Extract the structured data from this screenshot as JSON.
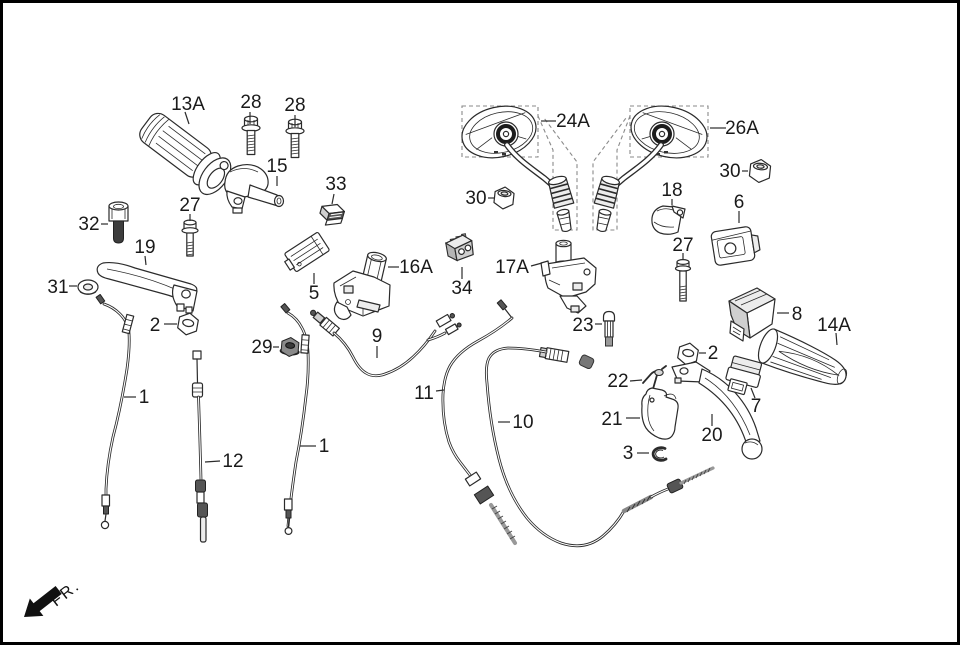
{
  "diagram": {
    "fr_label": "FR.",
    "labels": {
      "p13A": "13A",
      "p28a": "28",
      "p28b": "28",
      "p15": "15",
      "p33": "33",
      "p32": "32",
      "p27a": "27",
      "p19": "19",
      "p31": "31",
      "p2a": "2",
      "p29": "29",
      "p5": "5",
      "p16A": "16A",
      "p34": "34",
      "p9": "9",
      "p17A": "17A",
      "p23": "23",
      "p30a": "30",
      "p24A": "24A",
      "p26A": "26A",
      "p30b": "30",
      "p18": "18",
      "p6": "6",
      "p27b": "27",
      "p8": "8",
      "p14A": "14A",
      "p2b": "2",
      "p22": "22",
      "p21": "21",
      "p20": "20",
      "p3": "3",
      "p7": "7",
      "p11": "11",
      "p10": "10",
      "p12": "12",
      "p1a": "1",
      "p1b": "1"
    },
    "colors": {
      "line": "#2b2b2b",
      "background": "#ffffff",
      "border": "#000000",
      "dash_box": "#8a8a8a"
    }
  }
}
